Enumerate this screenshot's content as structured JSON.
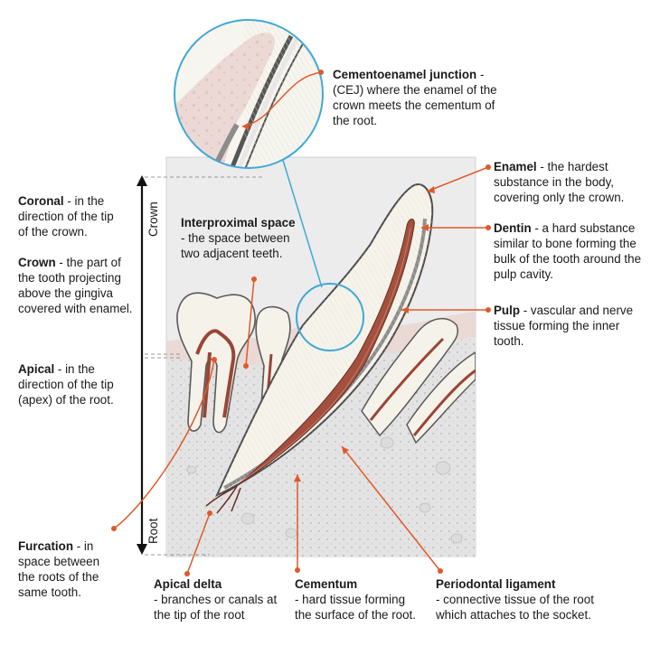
{
  "axis": {
    "crown_word": "Crown",
    "root_word": "Root"
  },
  "colors": {
    "callout": "#e0592a",
    "zoom_ring": "#3fa9d6",
    "enamel": "#f4f1ea",
    "dentin": "#f2ede0",
    "pulp": "#9a4536",
    "gingiva": "#ecd9d5",
    "bone": "#e6e6e6"
  },
  "labels": {
    "cej": {
      "term": "Cementoenamel junction",
      "desc": " - (CEJ) where the enamel of the crown meets the cementum of the root."
    },
    "enamel": {
      "term": "Enamel",
      "desc": " - the hardest substance in the body, covering only the crown."
    },
    "dentin": {
      "term": "Dentin",
      "desc": " - a hard substance similar to bone forming the bulk of the tooth around the pulp cavity."
    },
    "pulp": {
      "term": "Pulp",
      "desc": " - vascular and nerve tissue forming the inner tooth."
    },
    "interproximal": {
      "term": "Interproximal space",
      "desc": " - the space between two adjacent teeth."
    },
    "coronal": {
      "term": "Coronal",
      "desc": " - in the direction of the tip of the crown."
    },
    "crown": {
      "term": "Crown",
      "desc": " - the part of the tooth projecting above the gingiva covered with enamel."
    },
    "apical": {
      "term": "Apical",
      "desc": " - in the direction of the tip (apex) of the root."
    },
    "furcation": {
      "term": "Furcation",
      "desc": " - in space between the roots of the same tooth."
    },
    "apical_delta": {
      "term": "Apical delta",
      "desc": "- branches or canals at the tip of the root"
    },
    "cementum": {
      "term": "Cementum",
      "desc": "- hard tissue forming the surface of the root."
    },
    "periodontal": {
      "term": "Periodontal ligament",
      "desc": "- connective tissue of the root which attaches to the socket."
    }
  }
}
